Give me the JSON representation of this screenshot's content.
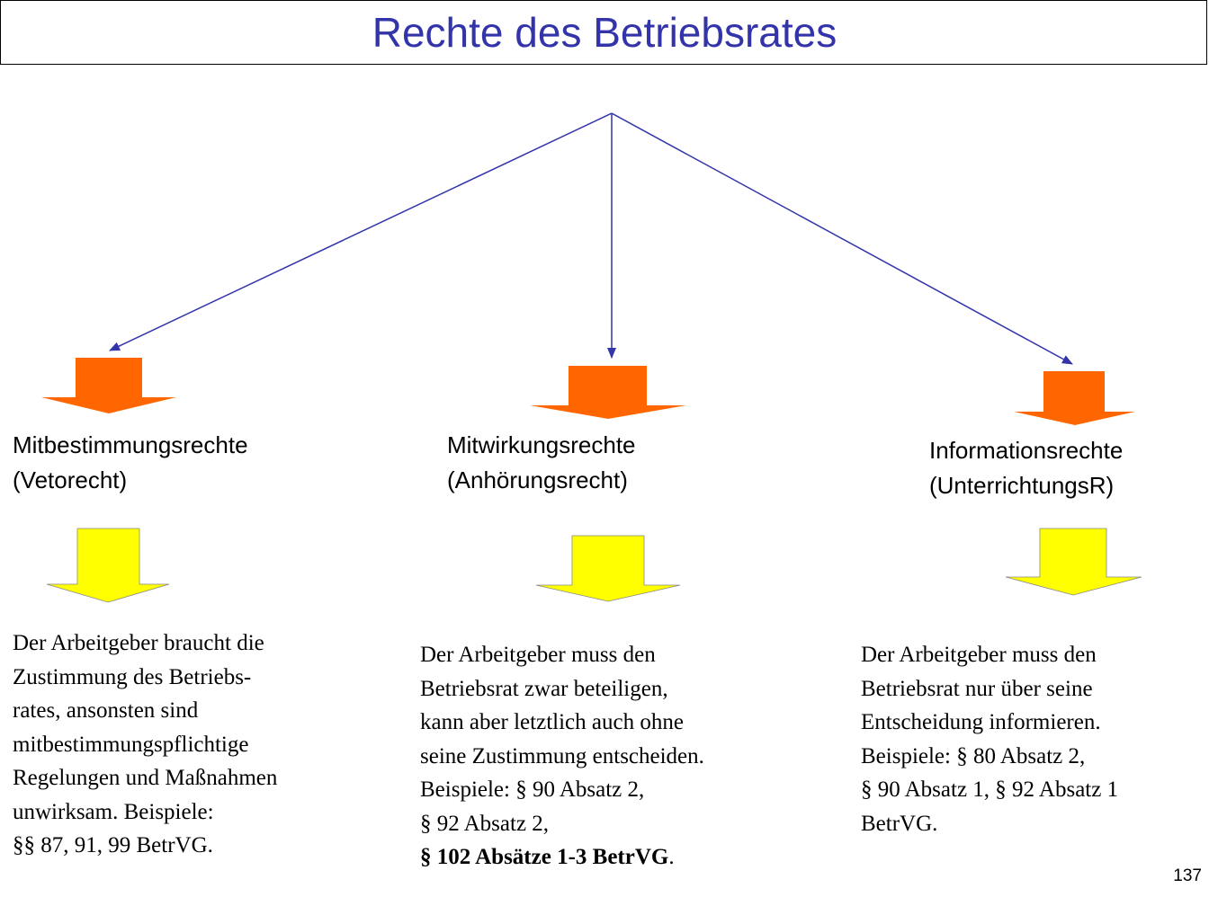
{
  "title": "Rechte des Betriebsrates",
  "colors": {
    "title": "#3333aa",
    "connector": "#3333aa",
    "arrow_top": "#ff6600",
    "arrow_bottom": "#ffff00"
  },
  "columns": [
    {
      "heading_line1": "Mitbestimmungsrechte",
      "heading_line2": "(Vetorecht)",
      "desc_lines": [
        "Der Arbeitgeber braucht die",
        "Zustimmung des Betriebs-",
        "rates, ansonsten sind",
        "mitbestimmungspflichtige",
        "Regelungen und Maßnahmen",
        "unwirksam. Beispiele:",
        "§§ 87, 91, 99 BetrVG."
      ]
    },
    {
      "heading_line1": "Mitwirkungsrechte",
      "heading_line2": "(Anhörungsrecht)",
      "desc_lines": [
        "Der Arbeitgeber muss den",
        "Betriebsrat zwar beteiligen,",
        "kann aber letztlich auch ohne",
        "seine Zustimmung entscheiden.",
        "Beispiele: § 90 Absatz 2,",
        "§ 92 Absatz 2,"
      ],
      "desc_bold": "§ 102 Absätze 1-3 BetrVG",
      "desc_tail": "."
    },
    {
      "heading_line1": "Informationsrechte",
      "heading_line2": "(UnterrichtungsR)",
      "desc_lines": [
        "Der Arbeitgeber muss den",
        "Betriebsrat nur über seine",
        "Entscheidung informieren.",
        "Beispiele: § 80 Absatz 2,",
        "§ 90 Absatz 1, § 92 Absatz 1",
        "BetrVG."
      ]
    }
  ],
  "page_number": "137"
}
